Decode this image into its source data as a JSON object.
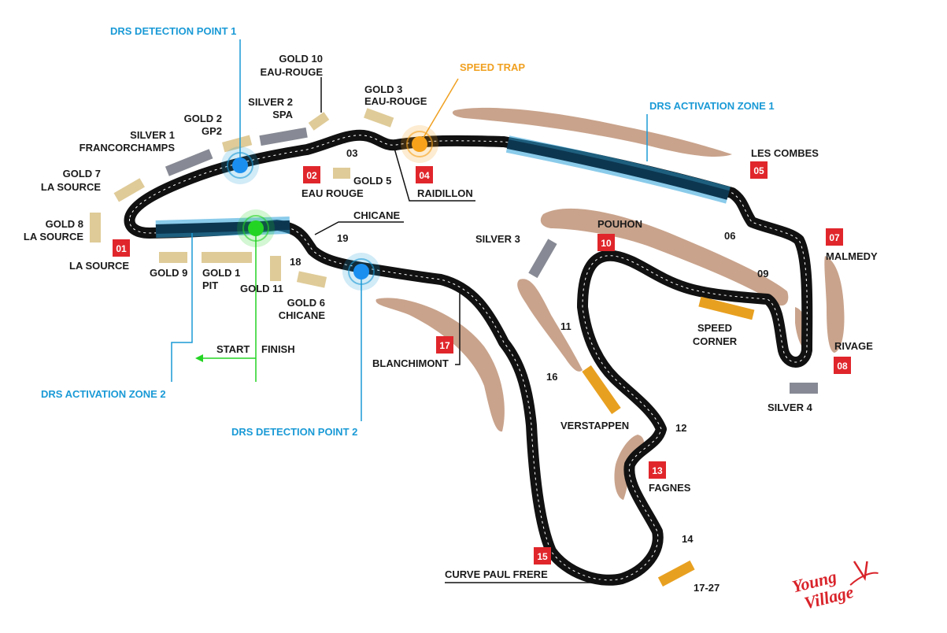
{
  "colors": {
    "track": "#111111",
    "sand": "#c9a38c",
    "gold_stand": "#dfcb98",
    "silver_stand": "#878a94",
    "orange_stand": "#e8a020",
    "drs_blue": "#1a9ad6",
    "drs_zone_fill": "#0c3650",
    "speed_trap": "#f7a21a",
    "detection_green": "#24d424",
    "badge_red": "#e0262b"
  },
  "labels": {
    "drs_det_1": "DRS DETECTION POINT 1",
    "drs_det_2": "DRS DETECTION POINT 2",
    "drs_act_1": "DRS ACTIVATION ZONE 1",
    "drs_act_2": "DRS ACTIVATION ZONE 2",
    "speed_trap": "SPEED TRAP",
    "start": "START",
    "finish": "FINISH"
  },
  "corners": [
    {
      "num": "01",
      "name": "LA SOURCE"
    },
    {
      "num": "02",
      "name": "EAU ROUGE"
    },
    {
      "num": "04",
      "name": "RAIDILLON"
    },
    {
      "num": "05",
      "name": "LES COMBES"
    },
    {
      "num": "07",
      "name": "MALMEDY"
    },
    {
      "num": "08",
      "name": "RIVAGE"
    },
    {
      "num": "10",
      "name": "POUHON"
    },
    {
      "num": "13",
      "name": "FAGNES"
    },
    {
      "num": "15",
      "name": "CURVE PAUL FRERE"
    },
    {
      "num": "17",
      "name": "BLANCHIMONT"
    }
  ],
  "turn_numbers": [
    "03",
    "06",
    "09",
    "11",
    "12",
    "14",
    "16",
    "18",
    "19"
  ],
  "other_labels": [
    "CHICANE",
    "VERSTAPPEN"
  ],
  "grandstands": {
    "gold_10": [
      "GOLD 10",
      "EAU-ROUGE"
    ],
    "gold_3": [
      "GOLD 3",
      "EAU-ROUGE"
    ],
    "silver_2": [
      "SILVER 2",
      "SPA"
    ],
    "gold_2": [
      "GOLD 2",
      "GP2"
    ],
    "silver_1": [
      "SILVER 1",
      "FRANCORCHAMPS"
    ],
    "gold_7": [
      "GOLD 7",
      "LA SOURCE"
    ],
    "gold_8": [
      "GOLD 8",
      "LA SOURCE"
    ],
    "gold_5": "GOLD 5",
    "gold_9": "GOLD 9",
    "gold_1": [
      "GOLD 1",
      "PIT"
    ],
    "gold_11": "GOLD 11",
    "gold_6": [
      "GOLD 6",
      "CHICANE"
    ],
    "silver_3": "SILVER 3",
    "speed_corner": [
      "SPEED",
      "CORNER"
    ],
    "silver_4": "SILVER 4",
    "stand_17_27": "17-27"
  },
  "logo": {
    "line1": "Young",
    "line2": "Village"
  }
}
